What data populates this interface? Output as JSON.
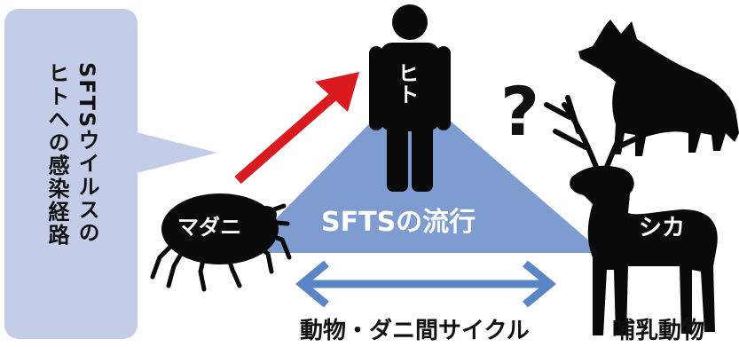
{
  "callout": {
    "line1": "SFTSウイルスの",
    "line2": "ヒトへの感染経路"
  },
  "labels": {
    "human": "ヒト",
    "tick": "マダニ",
    "center": "SFTSの流行",
    "deer": "シカ",
    "cycle": "動物・ダニ間サイクル",
    "mammals": "哺乳動物",
    "question": "?"
  },
  "colors": {
    "triangle": "#7e9ccf",
    "callout_bg": "#c4cde8",
    "red_arrow": "#d91b1f",
    "blue_arrow": "#5b86c6",
    "silhouette": "#0a0a0a"
  },
  "icons": [
    "human-silhouette-icon",
    "tick-silhouette-icon",
    "wolf-silhouette-icon",
    "deer-silhouette-icon"
  ]
}
